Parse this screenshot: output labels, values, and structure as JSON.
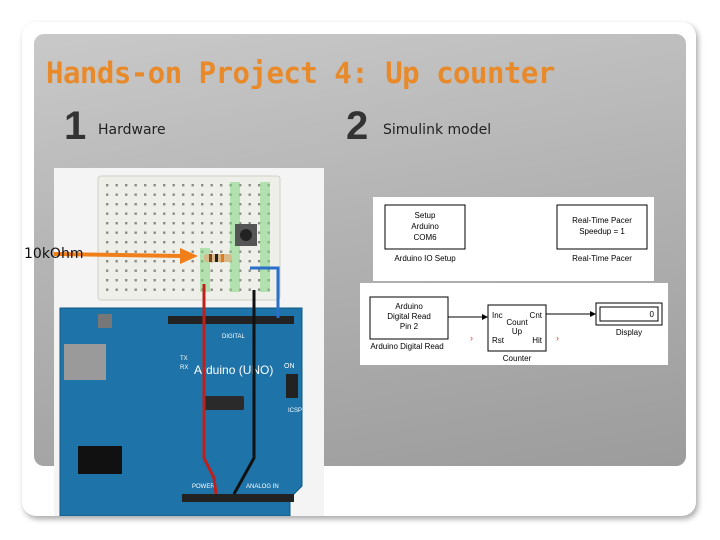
{
  "slide": {
    "title": "Hands-on Project 4: Up counter",
    "section1": {
      "number": "1",
      "label": "Hardware"
    },
    "section2": {
      "number": "2",
      "label": "Simulink model"
    }
  },
  "hardware": {
    "resistor_label": "10kOhm",
    "board_text": "Arduino (UNO)",
    "header_text": "DIGITAL",
    "power_text": "POWER",
    "analog_text": "ANALOG IN",
    "on_text": "ON",
    "tx_text": "TX",
    "rx_text": "RX",
    "icsp_text": "ICSP"
  },
  "simulink": {
    "setup_block": "Setup\nArduino\nCOM6",
    "setup_caption": "Arduino IO Setup",
    "pacer_block": "Real-Time Pacer\nSpeedup = 1",
    "pacer_caption": "Real-Time Pacer",
    "read_block": "Arduino\nDigital Read\nPin 2",
    "read_caption": "Arduino Digital Read",
    "counter_inputs": [
      "Inc",
      "Rst"
    ],
    "counter_center": "Count\nUp",
    "counter_outputs": [
      "Cnt",
      "Hit"
    ],
    "counter_caption": "Counter",
    "display_value": "0",
    "display_caption": "Display",
    "colors": {
      "wire": "#000000",
      "block_border": "#000000",
      "caption": "#000000"
    }
  }
}
